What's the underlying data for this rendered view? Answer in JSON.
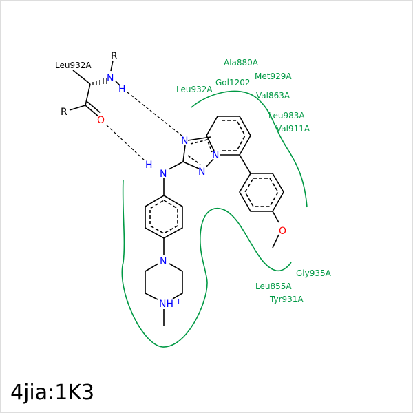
{
  "title": "4jia:1K3",
  "colors": {
    "residue": "#009944",
    "nitrogen": "#0000ff",
    "oxygen": "#ff0000",
    "bond": "#000000"
  },
  "backbone": {
    "residue": "Leu932A",
    "r1": "R",
    "r2": "R",
    "n": "N",
    "h": "H",
    "o": "O"
  },
  "ligand_atoms": {
    "n1": "N",
    "n2": "N",
    "n3": "N",
    "nh_n": "N",
    "nh_h": "H",
    "pip_n": "N",
    "pip_nh": "NH",
    "charge": "+",
    "o": "O"
  },
  "residues": {
    "r1": "Ala880A",
    "r2": "Met929A",
    "r3": "Gol1202",
    "r4": "Leu932A",
    "r5": "Val863A",
    "r6": "Leu983A",
    "r7": "Val911A",
    "r8": "Gly935A",
    "r9": "Leu855A",
    "r10": "Tyr931A"
  }
}
